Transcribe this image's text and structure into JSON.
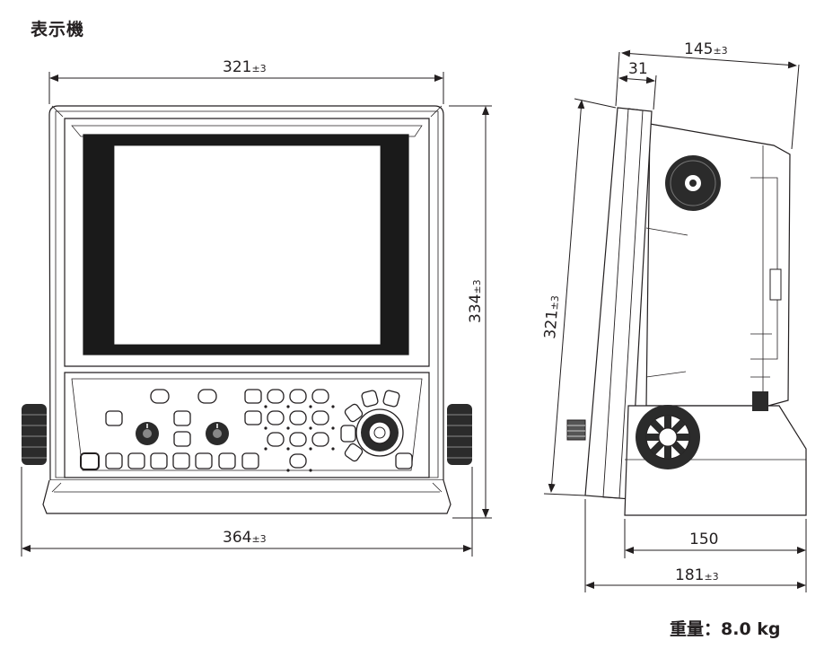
{
  "title": "表示機",
  "weight": "重量：8.0 kg",
  "dimensions": {
    "front_width": {
      "value": "321",
      "tol": "±3"
    },
    "front_height": {
      "value": "334",
      "tol": "±3"
    },
    "front_total_width": {
      "value": "364",
      "tol": "±3"
    },
    "side_depth": {
      "value": "145",
      "tol": "±3"
    },
    "side_bezel": {
      "value": "31"
    },
    "side_height": {
      "value": "321",
      "tol": "±3"
    },
    "side_base": {
      "value": "150"
    },
    "side_total": {
      "value": "181",
      "tol": "±3"
    }
  },
  "colors": {
    "line": "#231f20",
    "screen_frame": "#1a1a1a",
    "light_grey": "#d9d9d9",
    "knob": "#2b2b2b"
  }
}
